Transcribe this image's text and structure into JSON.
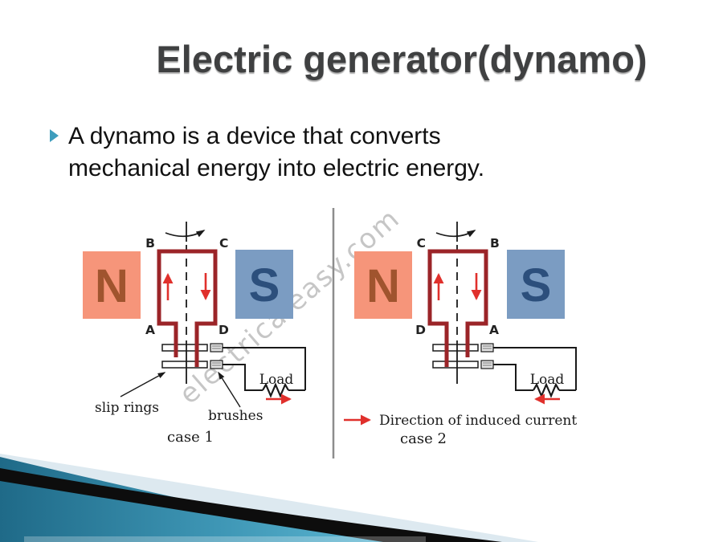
{
  "title": "Electric generator(dynamo)",
  "bullet": {
    "text": "A dynamo is a device that converts\nmechanical energy into electric energy."
  },
  "watermark": "electricaleasy.com",
  "diagrams": {
    "left": {
      "magnet_left": "N",
      "magnet_right": "S",
      "corner_tl": "B",
      "corner_tr": "C",
      "corner_bl": "A",
      "corner_br": "D",
      "load_label": "Load",
      "slip_rings_label": "slip rings",
      "brushes_label": "brushes",
      "caption": "case 1"
    },
    "right": {
      "magnet_left": "N",
      "magnet_right": "S",
      "corner_tl": "C",
      "corner_tr": "B",
      "corner_bl": "D",
      "corner_br": "A",
      "load_label": "Load",
      "legend": "Direction of induced current",
      "caption": "case 2"
    }
  },
  "colors": {
    "accent_teal": "#3e9dbd",
    "coil_maroon": "#9b2428",
    "magnet_n_fill": "#f6957a",
    "magnet_n_letter": "#a0542e",
    "magnet_s_fill": "#7b9cc2",
    "magnet_s_letter": "#2c4f7c",
    "current_arrow_red": "#e0302c",
    "title_gray": "#3f4041"
  }
}
